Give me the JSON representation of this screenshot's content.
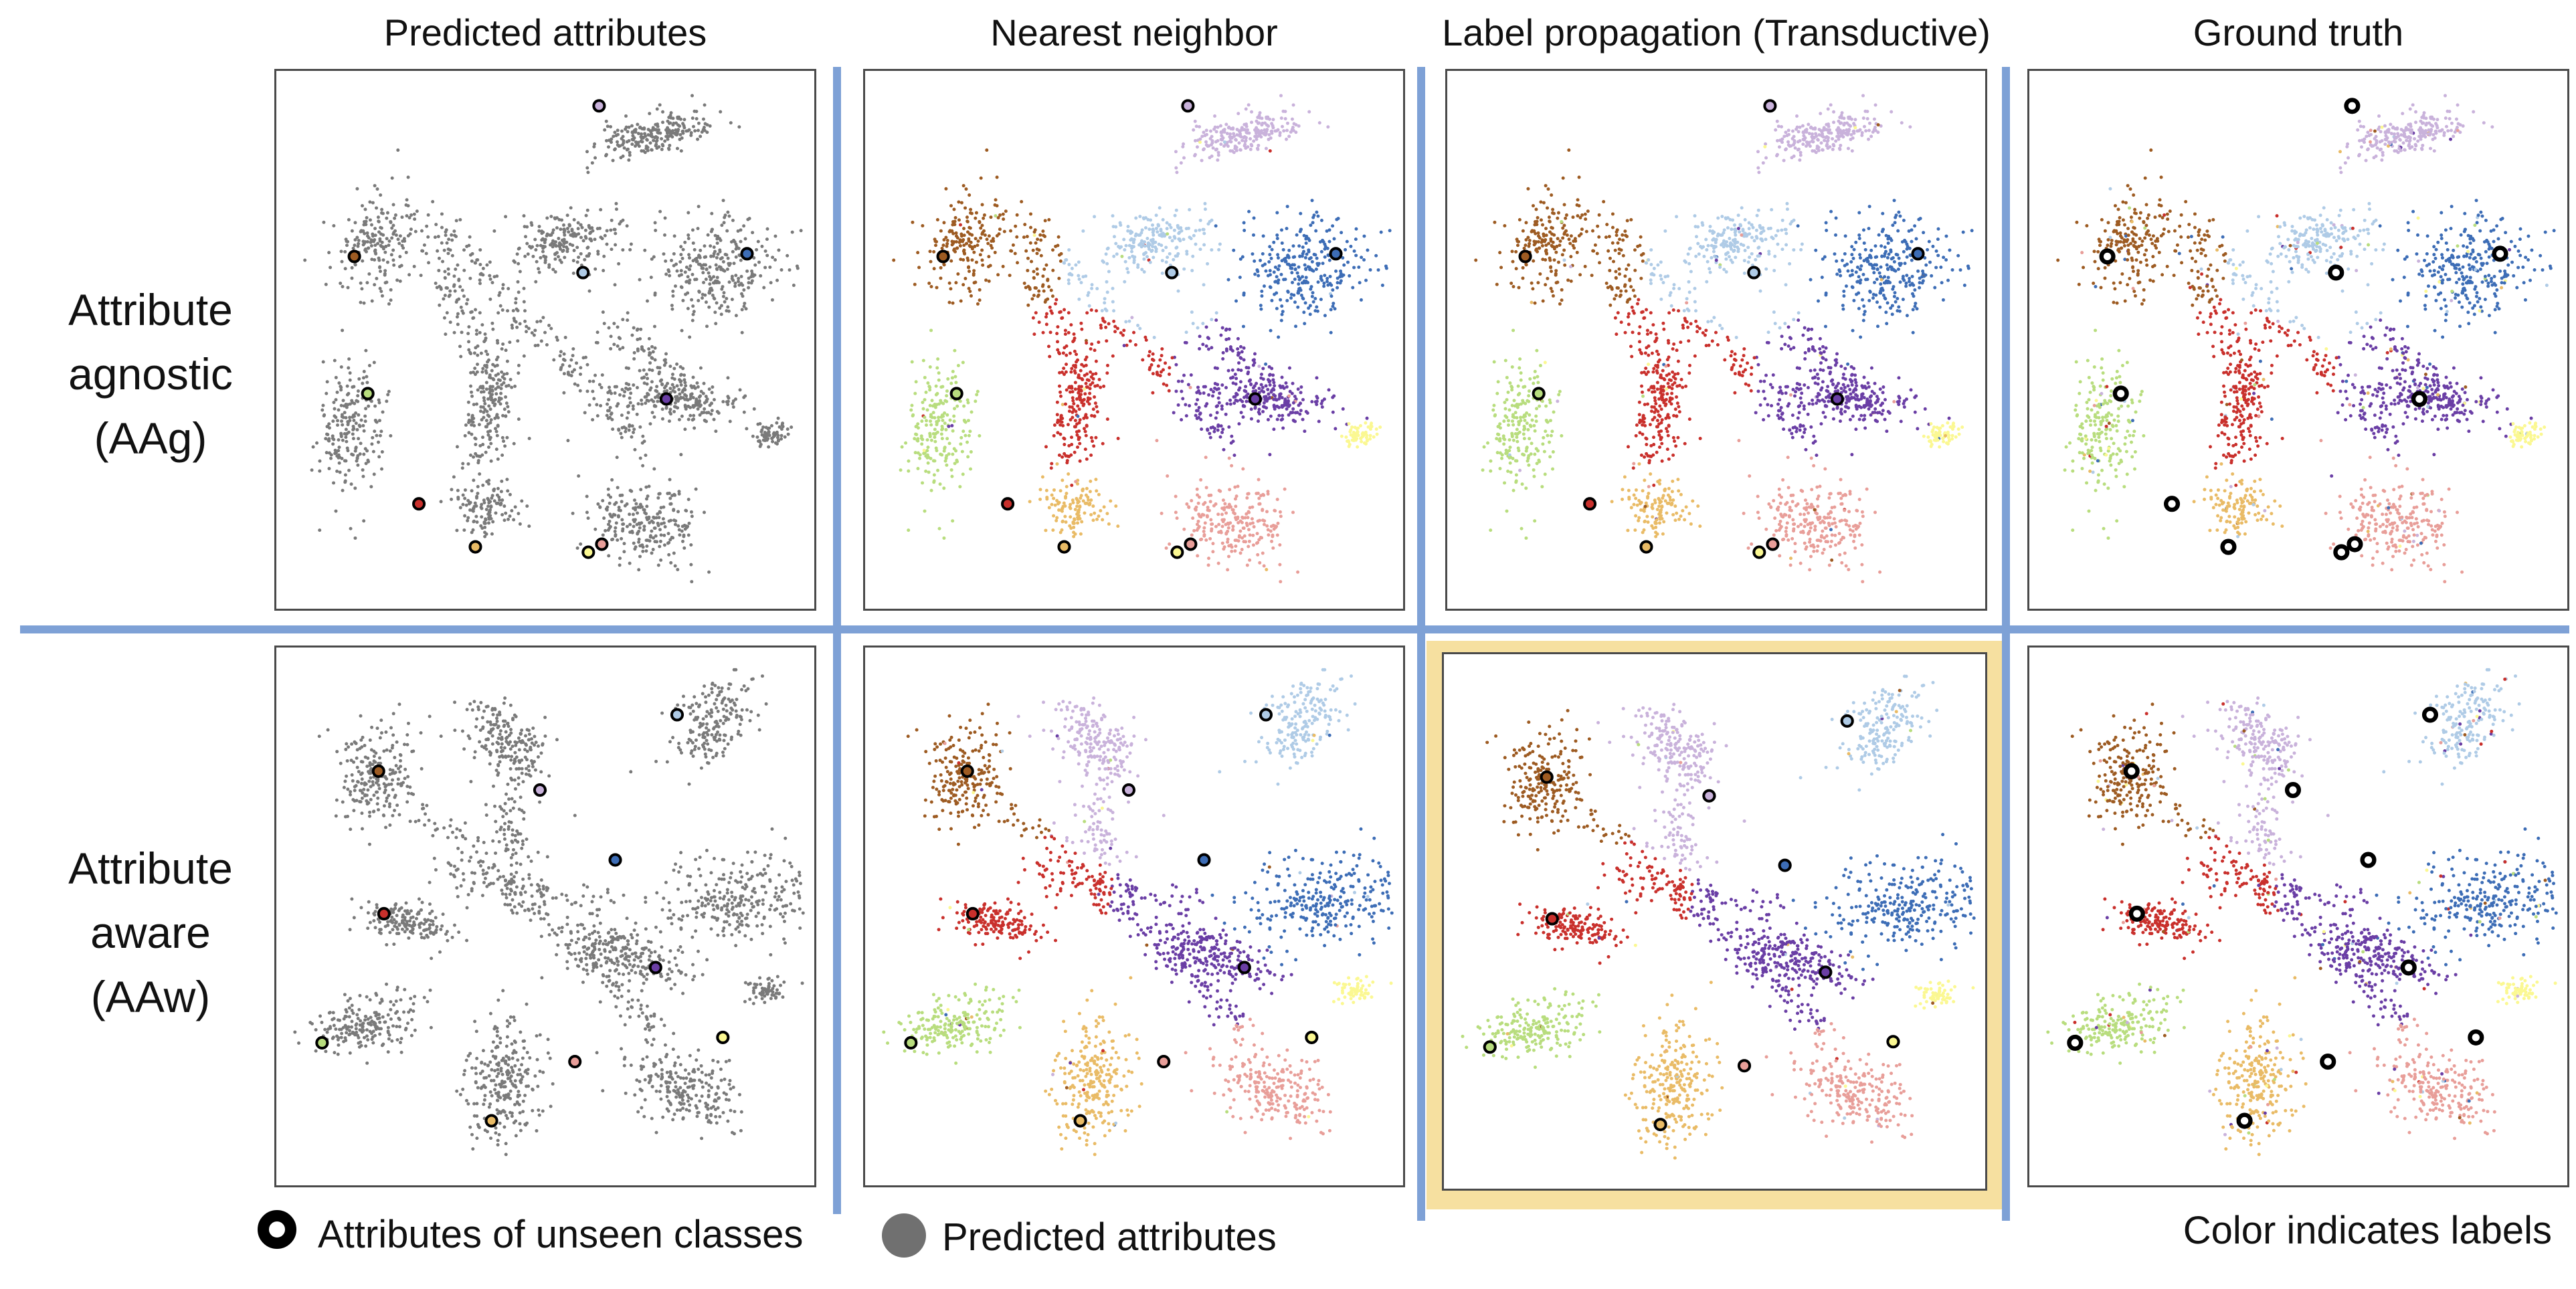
{
  "columns": [
    "Predicted attributes",
    "Nearest neighbor",
    "Label propagation (Transductive)",
    "Ground truth"
  ],
  "rows": [
    {
      "lines": [
        "Attribute",
        "agnostic",
        "(AAg)"
      ]
    },
    {
      "lines": [
        "Attribute",
        "aware",
        "(AAw)"
      ]
    }
  ],
  "legend": {
    "unseen_label": "Attributes of unseen classes",
    "predicted_label": "Predicted attributes",
    "color_note": "Color indicates labels"
  },
  "colors": {
    "divider": "#7ea1d6",
    "highlight": "#f6e0a0",
    "gray": "#7a7a7a",
    "classes": [
      "#9d5b22",
      "#c9b2db",
      "#afcbe6",
      "#3d6db6",
      "#6a3ea5",
      "#b8dd7e",
      "#c9302c",
      "#e9bb66",
      "#e89e99",
      "#fbf892"
    ]
  },
  "highlighted_panel": "row-2-label-propagation"
}
